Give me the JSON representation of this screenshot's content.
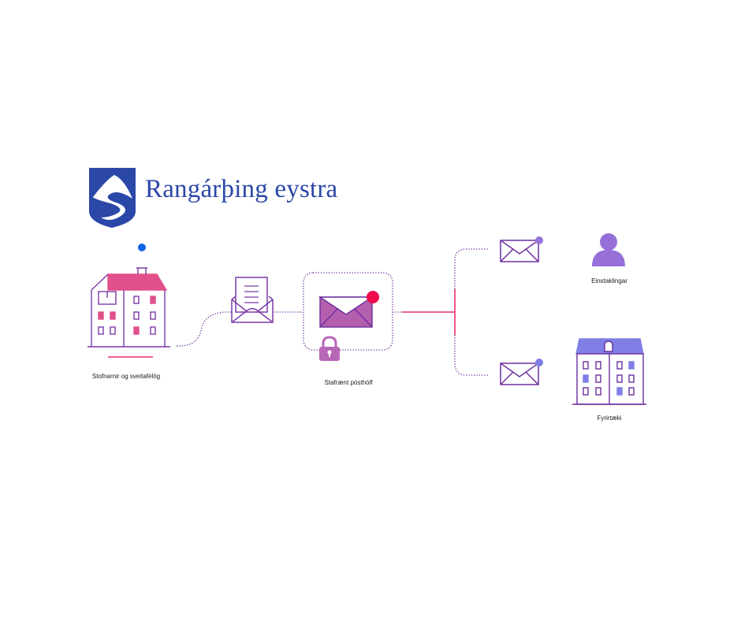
{
  "brand": {
    "name": "Rangárþing eystra",
    "logo_icon": "shield-mountain-river-icon",
    "color": "#2b47a8"
  },
  "nodes": {
    "sender": {
      "label": "Stofnarnir og sveitafélög",
      "icon": "building-icon"
    },
    "letter": {
      "icon": "open-envelope-letter-icon"
    },
    "mailbox": {
      "label": "Stafrænt pósthólf",
      "icon": "envelope-notification-icon",
      "lock_icon": "lock-icon"
    },
    "recipient_individuals": {
      "label": "Einstaklingar",
      "icon": "person-icon"
    },
    "recipient_companies": {
      "label": "Fyrirtæki",
      "icon": "office-building-icon"
    }
  },
  "colors": {
    "outline_purple": "#6b2fa0",
    "pink_roof": "#e0508a",
    "notification_red": "#f0094b",
    "mailbox_fill": "#b45fae",
    "lock_fill": "#b866b8",
    "person_fill": "#9670d8",
    "company_roof": "#7f7fe6",
    "dot_blue": "#1162e8",
    "connector_red": "#ea2f66"
  }
}
